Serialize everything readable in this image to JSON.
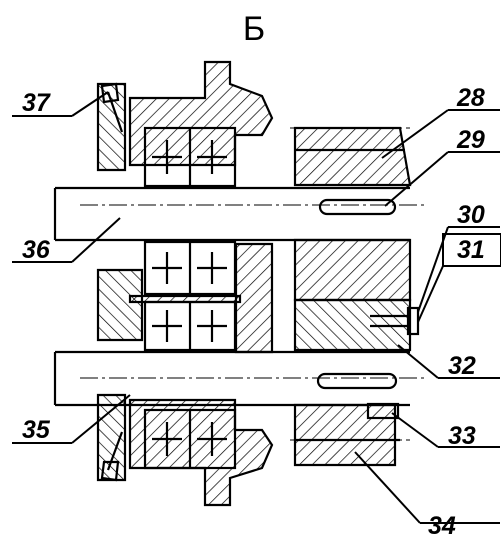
{
  "view_label": "Б",
  "callouts": {
    "c28": "28",
    "c29": "29",
    "c30": "30",
    "c31": "31",
    "c32": "32",
    "c33": "33",
    "c34": "34",
    "c35": "35",
    "c36": "36",
    "c37": "37"
  },
  "colors": {
    "ink": "#000000",
    "paper": "#ffffff"
  }
}
